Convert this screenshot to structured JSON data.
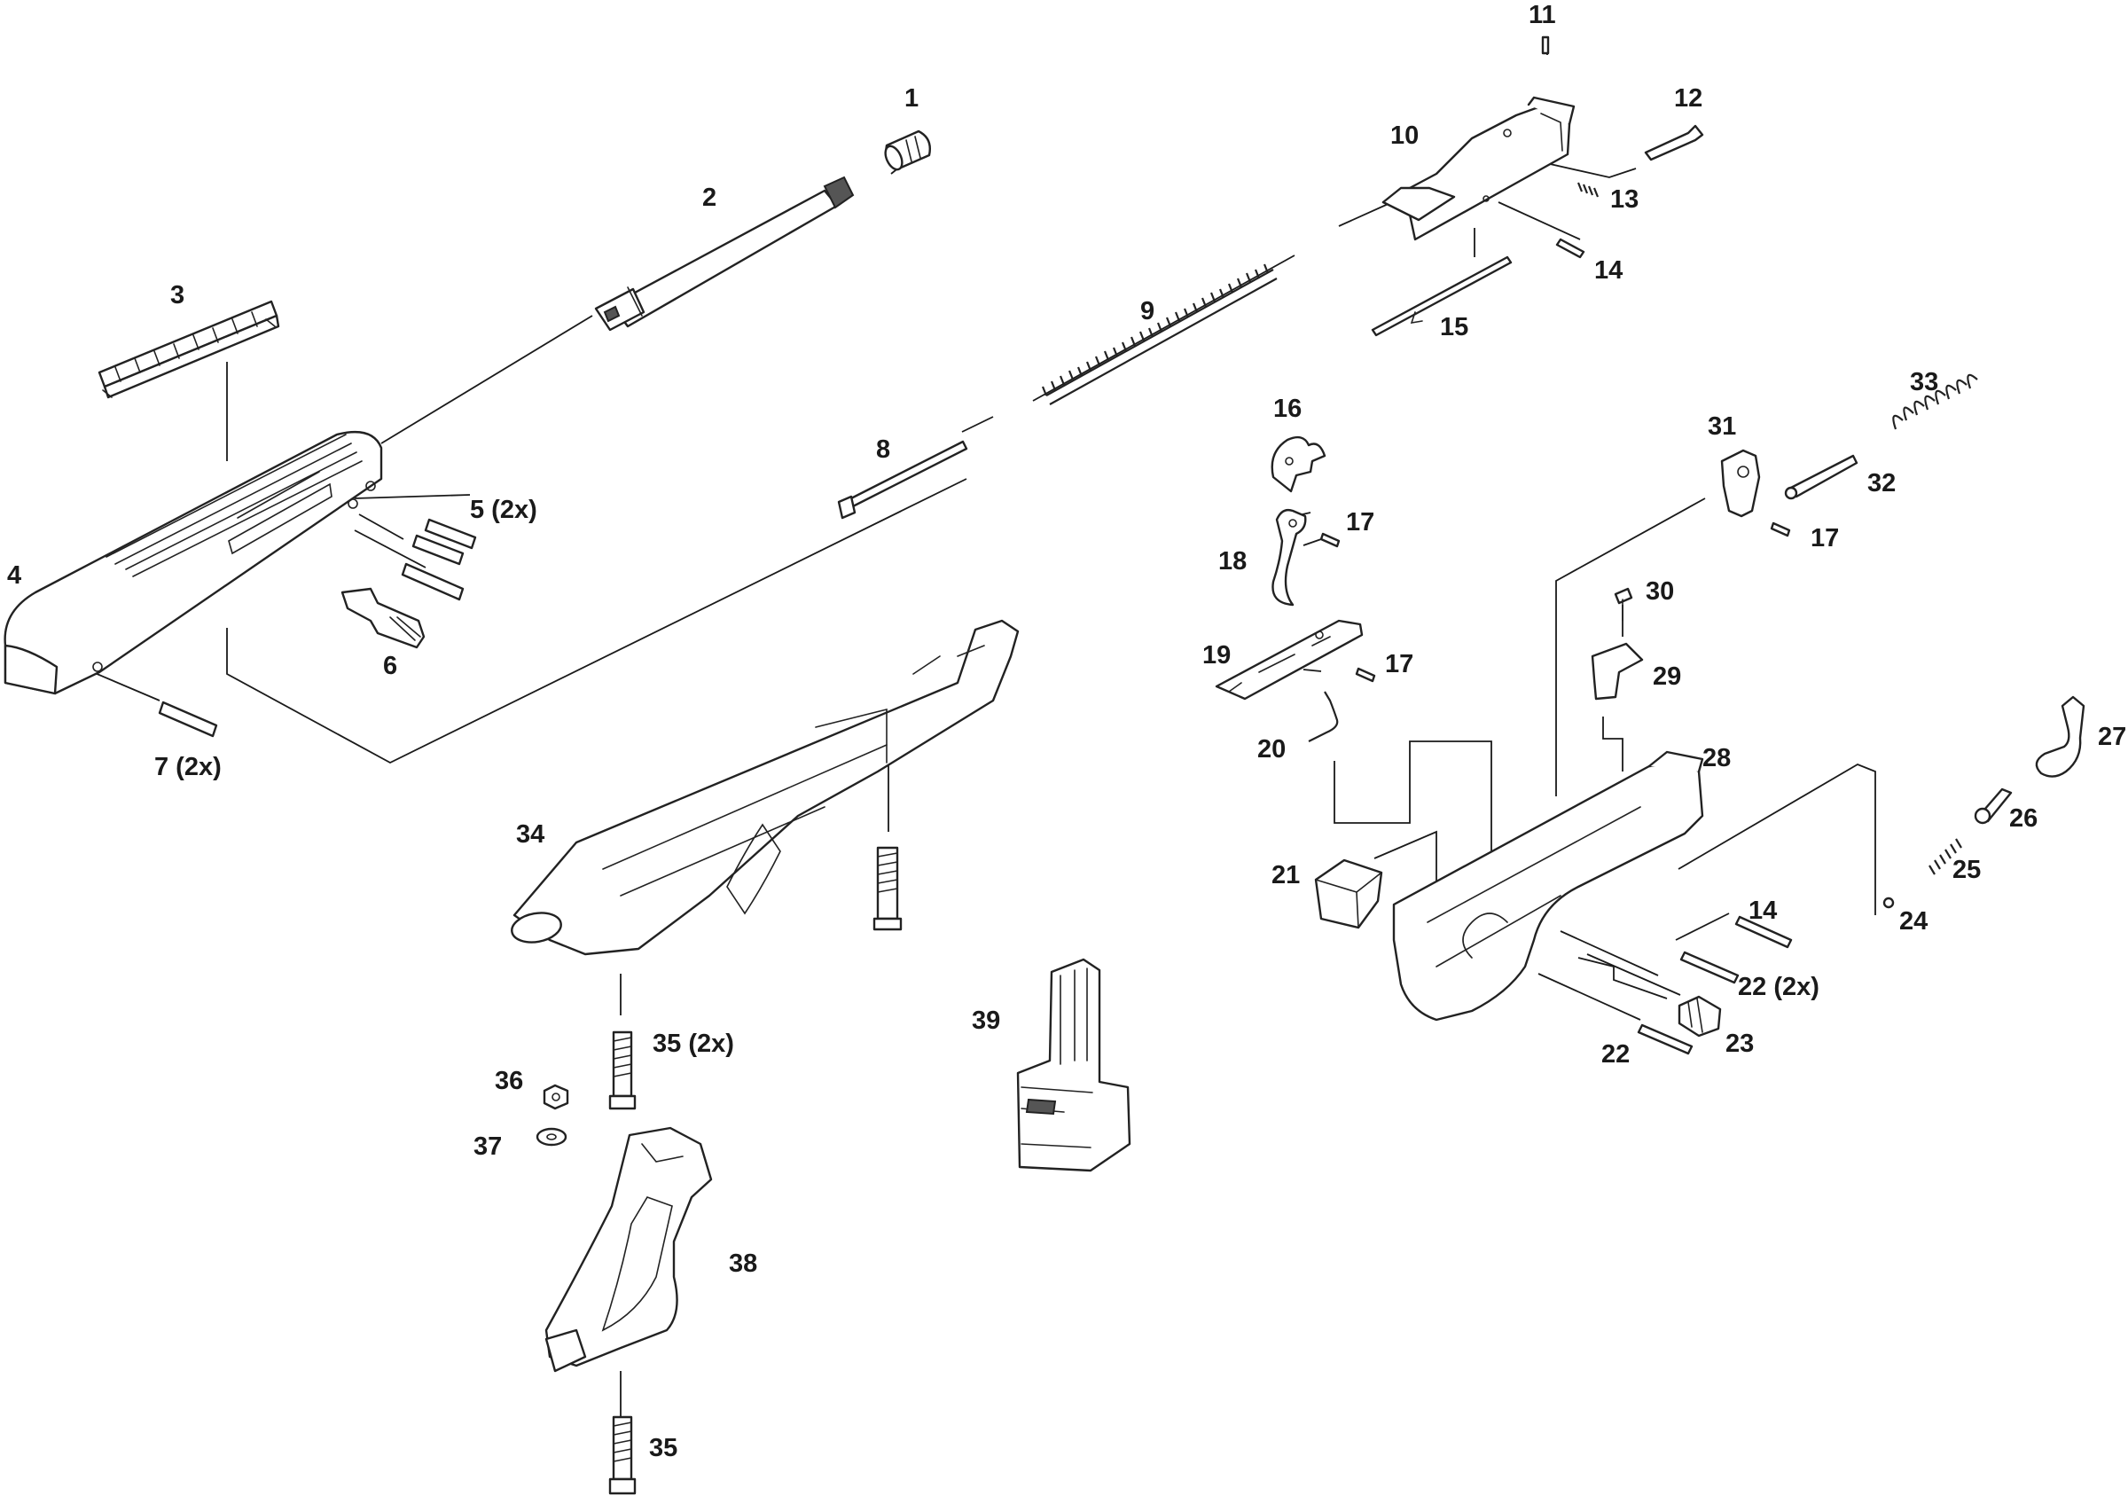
{
  "callouts": {
    "c1": "1",
    "c2": "2",
    "c3": "3",
    "c4": "4",
    "c5": "5 (2x)",
    "c6": "6",
    "c7": "7 (2x)",
    "c8": "8",
    "c9": "9",
    "c10": "10",
    "c11": "11",
    "c12": "12",
    "c13": "13",
    "c14a": "14",
    "c14b": "14",
    "c15": "15",
    "c16": "16",
    "c17a": "17",
    "c17b": "17",
    "c17c": "17",
    "c18": "18",
    "c19": "19",
    "c20": "20",
    "c21": "21",
    "c22a": "22 (2x)",
    "c22b": "22",
    "c23": "23",
    "c24": "24",
    "c25": "25",
    "c26": "26",
    "c27": "27",
    "c28": "28",
    "c29": "29",
    "c30": "30",
    "c31": "31",
    "c32": "32",
    "c33": "33",
    "c34": "34",
    "c35a": "35 (2x)",
    "c35b": "35",
    "c36": "36",
    "c37": "37",
    "c38": "38",
    "c39": "39"
  }
}
